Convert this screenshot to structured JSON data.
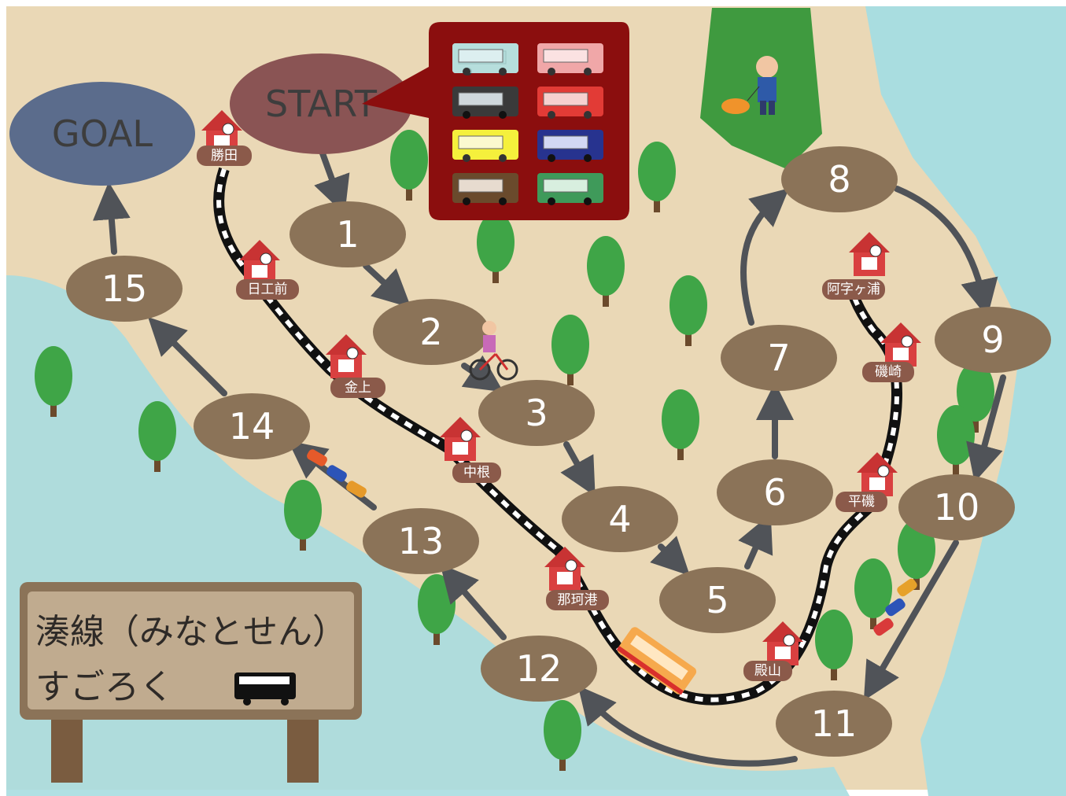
{
  "board": {
    "start_label": "START",
    "goal_label": "GOAL",
    "spaces": [
      "1",
      "2",
      "3",
      "4",
      "5",
      "6",
      "7",
      "8",
      "9",
      "10",
      "11",
      "12",
      "13",
      "14",
      "15"
    ],
    "stations": [
      "勝田",
      "日工前",
      "金上",
      "中根",
      "那珂港",
      "殿山",
      "平磯",
      "磯崎",
      "阿字ヶ浦"
    ],
    "sign": {
      "line1": "湊線（みなとせん）",
      "line2": "すごろく"
    },
    "bus_choices": [
      {
        "name": "light-blue-bus",
        "color": "#a9d8d6"
      },
      {
        "name": "pink-bus",
        "color": "#f0a7a8"
      },
      {
        "name": "black-bus",
        "color": "#3a3a3a"
      },
      {
        "name": "red-bus",
        "color": "#e23b36"
      },
      {
        "name": "yellow-bus",
        "color": "#f5f03c"
      },
      {
        "name": "navy-bus",
        "color": "#27338f"
      },
      {
        "name": "brown-bus",
        "color": "#6a4a2c"
      },
      {
        "name": "green-bus",
        "color": "#3f9a5a"
      }
    ]
  },
  "colors": {
    "land": "#ead8b6",
    "water": "#a9dde0",
    "space": "#8b7358",
    "start": "#8a5454",
    "goal": "#5b6c8c",
    "palette": "#8b0e0e",
    "tree": "#3fa547",
    "arrow": "#505358"
  }
}
